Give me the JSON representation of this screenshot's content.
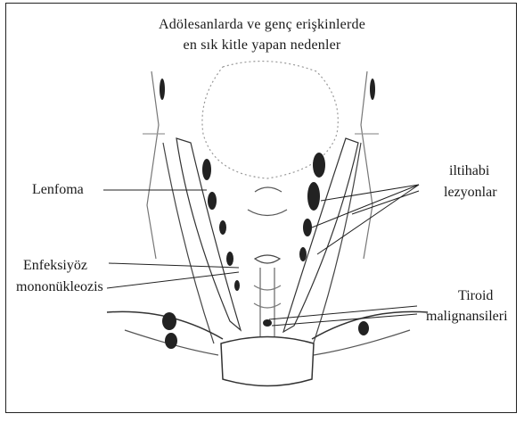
{
  "figure": {
    "title_line1": "Adölesanlarda ve genç erişkinlerde",
    "title_line2": "en sık kitle yapan nedenler",
    "labels": {
      "lymphoma": "Lenfoma",
      "infectious_line1": "Enfeksiyöz",
      "infectious_line2": "mononükleozis",
      "inflammatory_line1": "iltihabi",
      "inflammatory_line2": "lezyonlar",
      "thyroid_line1": "Tiroid",
      "thyroid_line2": "malignansileri"
    }
  }
}
